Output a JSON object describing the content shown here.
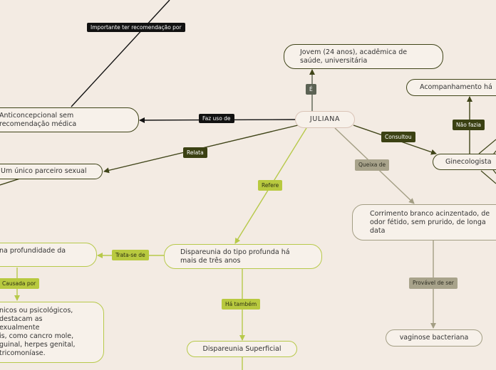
{
  "colors": {
    "background": "#f3ebe3",
    "dark_olive": "#3f4418",
    "lime": "#b7c94a",
    "taupe": "#a39e84",
    "black": "#111111"
  },
  "nodes": {
    "center": "JULIANA",
    "profile": "Jovem (24 anos), acadêmica de\nsaúde, universitária",
    "contraceptive": "Anticoncepcional sem\nrecomendação médica",
    "partner": "Um único parceiro sexual",
    "dyspareunia_deep": "Dispareunia do tipo profunda há\nmais de três anos",
    "deep_detail": "na profundidade da",
    "causes": "nicos ou psicológicos,\ndestacam  as\nexualmente\nis, como cancro mole,\nguinal, herpes genital,\n tricomoníase.",
    "dyspareunia_superficial": "Dispareunia Superficial",
    "gynecologist": "Ginecologista",
    "followup": "Acompanhamento há",
    "discharge": "Corrimento branco acinzentado, de\nodor fétido, sem prurido, de longa\ndata",
    "vaginosis": "vaginose bacteriana"
  },
  "edge_labels": {
    "importante": "Importante ter recomendação por",
    "faz_uso": "Faz uso de",
    "e": "É",
    "relata": "Relata",
    "consultou": "Consultou",
    "nao_fazia": "Não fazia",
    "queixa": "Queixa de",
    "refere": "Refere",
    "trata_se": "Trata-se de",
    "causada": "Causada por",
    "ha_tambem": "Há também",
    "provavel": "Provável de ser"
  }
}
